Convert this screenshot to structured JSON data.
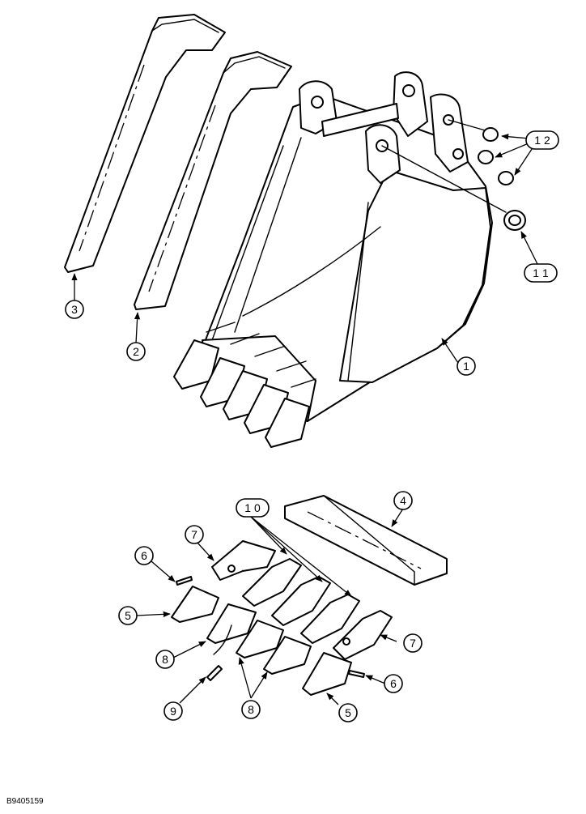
{
  "figure_code": "B9405159",
  "callouts": {
    "c1": "1",
    "c2": "2",
    "c3": "3",
    "c4": "4",
    "c5a": "5",
    "c5b": "5",
    "c6a": "6",
    "c6b": "6",
    "c7a": "7",
    "c7b": "7",
    "c8a": "8",
    "c8b": "8",
    "c9": "9",
    "c10": "1 0",
    "c11": "1 1",
    "c12": "1 2"
  },
  "colors": {
    "line": "#000000",
    "background": "#ffffff"
  }
}
